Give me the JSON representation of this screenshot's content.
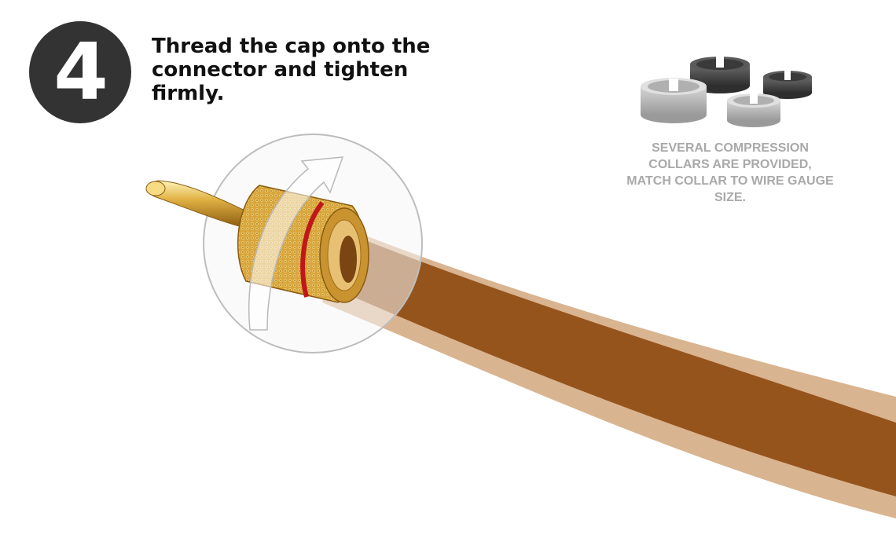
{
  "step": {
    "number": "4",
    "instruction": "Thread the cap onto the connector and tighten firmly."
  },
  "note": {
    "text": "SEVERAL COMPRESSION COLLARS ARE PROVIDED, MATCH COLLAR TO WIRE GAUGE SIZE."
  },
  "colors": {
    "badge": "#333333",
    "wire_core": "#95541c",
    "wire_jacket": "#d9b490",
    "gold": "#d6a43a",
    "red_ring": "#c01818",
    "collar_light": "#bdbdbd",
    "collar_dark": "#4d4d4d",
    "note_text": "#a9a9a9"
  }
}
